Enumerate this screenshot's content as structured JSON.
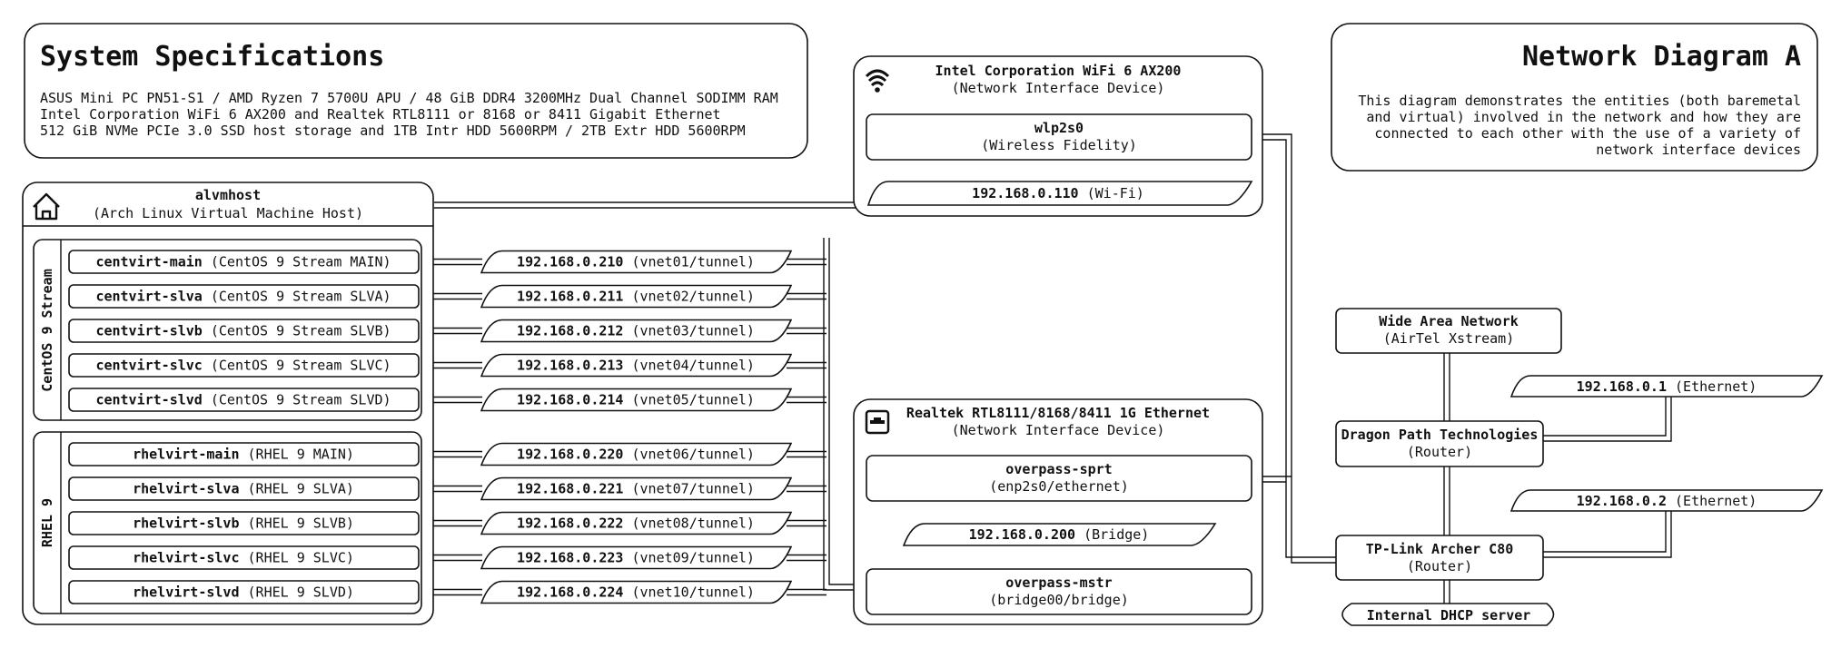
{
  "spec": {
    "title": "System Specifications",
    "lines": [
      "ASUS Mini PC PN51-S1 / AMD Ryzen 7 5700U APU / 48 GiB DDR4 3200MHz Dual Channel SODIMM RAM",
      "Intel Corporation WiFi 6 AX200 and Realtek RTL8111 or 8168 or 8411 Gigabit Ethernet",
      "512 GiB NVMe PCIe 3.0 SSD host storage and 1TB Intr HDD 5600RPM / 2TB Extr HDD 5600RPM"
    ]
  },
  "diagram_info": {
    "title": "Network Diagram A",
    "lines": [
      "This diagram demonstrates the entities (both baremetal",
      "and virtual) involved in the network and how they are",
      "connected to each other with the use of a variety of",
      "network interface devices"
    ]
  },
  "host": {
    "name": "alvmhost",
    "desc": "(Arch Linux Virtual Machine Host)",
    "icon": "home-icon"
  },
  "groups": [
    {
      "label": "CentOS 9 Stream",
      "vms": [
        {
          "name": "centvirt-main",
          "desc": "(CentOS 9 Stream MAIN)"
        },
        {
          "name": "centvirt-slva",
          "desc": "(CentOS 9 Stream SLVA)"
        },
        {
          "name": "centvirt-slvb",
          "desc": "(CentOS 9 Stream SLVB)"
        },
        {
          "name": "centvirt-slvc",
          "desc": "(CentOS 9 Stream SLVC)"
        },
        {
          "name": "centvirt-slvd",
          "desc": "(CentOS 9 Stream SLVD)"
        }
      ]
    },
    {
      "label": "RHEL 9",
      "vms": [
        {
          "name": "rhelvirt-main",
          "desc": "(RHEL 9 MAIN)"
        },
        {
          "name": "rhelvirt-slva",
          "desc": "(RHEL 9 SLVA)"
        },
        {
          "name": "rhelvirt-slvb",
          "desc": "(RHEL 9 SLVB)"
        },
        {
          "name": "rhelvirt-slvc",
          "desc": "(RHEL 9 SLVC)"
        },
        {
          "name": "rhelvirt-slvd",
          "desc": "(RHEL 9 SLVD)"
        }
      ]
    }
  ],
  "vnets": [
    {
      "ip": "192.168.0.210",
      "iface": "(vnet01/tunnel)"
    },
    {
      "ip": "192.168.0.211",
      "iface": "(vnet02/tunnel)"
    },
    {
      "ip": "192.168.0.212",
      "iface": "(vnet03/tunnel)"
    },
    {
      "ip": "192.168.0.213",
      "iface": "(vnet04/tunnel)"
    },
    {
      "ip": "192.168.0.214",
      "iface": "(vnet05/tunnel)"
    },
    {
      "ip": "192.168.0.220",
      "iface": "(vnet06/tunnel)"
    },
    {
      "ip": "192.168.0.221",
      "iface": "(vnet07/tunnel)"
    },
    {
      "ip": "192.168.0.222",
      "iface": "(vnet08/tunnel)"
    },
    {
      "ip": "192.168.0.223",
      "iface": "(vnet09/tunnel)"
    },
    {
      "ip": "192.168.0.224",
      "iface": "(vnet10/tunnel)"
    }
  ],
  "wifi": {
    "title": "Intel Corporation WiFi 6 AX200",
    "subtitle": "(Network Interface Device)",
    "icon": "wifi-icon",
    "iface_name": "wlp2s0",
    "iface_desc": "(Wireless Fidelity)",
    "ip": "192.168.0.110",
    "ip_label": "(Wi-Fi)"
  },
  "ethernet": {
    "title": "Realtek RTL8111/8168/8411 1G Ethernet",
    "subtitle": "(Network Interface Device)",
    "icon": "ethernet-port-icon",
    "iface1_name": "overpass-sprt",
    "iface1_desc": "(enp2s0/ethernet)",
    "bridge_ip": "192.168.0.200",
    "bridge_label": "(Bridge)",
    "iface2_name": "overpass-mstr",
    "iface2_desc": "(bridge00/bridge)"
  },
  "wan": {
    "name": "Wide Area Network",
    "desc": "(AirTel Xstream)"
  },
  "router1": {
    "name": "Dragon Path Technologies",
    "desc": "(Router)",
    "ip": "192.168.0.1",
    "ip_label": "(Ethernet)"
  },
  "router2": {
    "name": "TP-Link Archer C80",
    "desc": "(Router)",
    "ip": "192.168.0.2",
    "ip_label": "(Ethernet)"
  },
  "dhcp": {
    "label": "Internal DHCP server"
  }
}
